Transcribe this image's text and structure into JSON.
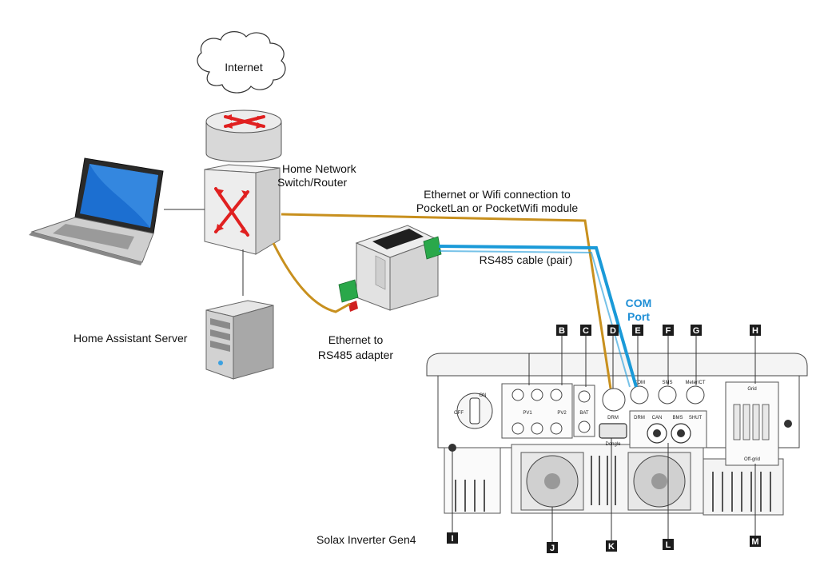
{
  "internet_label": "Internet",
  "router_label": [
    "Home Network",
    "Switch/Router"
  ],
  "server_label": "Home Assistant Server",
  "adapter_label": [
    "Ethernet to",
    "RS485 adapter"
  ],
  "ethernet_label": [
    "Ethernet or Wifi connection to",
    "PocketLan or PocketWifi module"
  ],
  "rs485_label": "RS485 cable (pair)",
  "com_port_label": [
    "COM",
    "Port"
  ],
  "inverter_label": "Solax Inverter Gen4",
  "callouts": [
    "B",
    "C",
    "D",
    "E",
    "F",
    "G",
    "H",
    "I",
    "J",
    "K",
    "L",
    "M"
  ],
  "inverter_ports": {
    "com": "COM",
    "sms": "SMS",
    "meter": "Meter/CT",
    "grid": "Grid",
    "offgrid": "Off-grid",
    "pv1": "PV1",
    "pv2": "PV2",
    "bat": "BAT",
    "dongle": "Dongle",
    "drm": "DRM",
    "can": "CAN",
    "bms": "BMS",
    "shut": "SHUT",
    "off": "OFF",
    "on": "ON"
  },
  "colors": {
    "ethernet_cable": "#c8901e",
    "rs485_cable": "#1a9ad8",
    "router_arrow": "#e02020",
    "adapter_green": "#2aa84a",
    "laptop_screen": "#1c6fd1"
  }
}
